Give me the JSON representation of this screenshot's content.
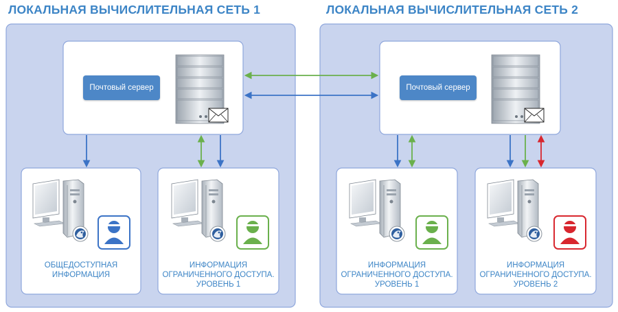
{
  "networks": [
    {
      "title": "ЛОКАЛЬНАЯ ВЫЧИСЛИТЕЛЬНАЯ СЕТЬ 1",
      "server_label": "Почтовый сервер",
      "clients": [
        {
          "lines": [
            "ОБЩЕДОСТУПНАЯ",
            "ИНФОРМАЦИЯ"
          ],
          "user_color": "blue"
        },
        {
          "lines": [
            "ИНФОРМАЦИЯ",
            "ОГРАНИЧЕННОГО ДОСТУПА.",
            "УРОВЕНЬ 1"
          ],
          "user_color": "green"
        }
      ]
    },
    {
      "title": "ЛОКАЛЬНАЯ ВЫЧИСЛИТЕЛЬНАЯ СЕТЬ 2",
      "server_label": "Почтовый сервер",
      "clients": [
        {
          "lines": [
            "ИНФОРМАЦИЯ",
            "ОГРАНИЧЕННОГО ДОСТУПА.",
            "УРОВЕНЬ 1"
          ],
          "user_color": "green"
        },
        {
          "lines": [
            "ИНФОРМАЦИЯ",
            "ОГРАНИЧЕННОГО ДОСТУПА.",
            "УРОВЕНЬ 2"
          ],
          "user_color": "red"
        }
      ]
    }
  ],
  "colors": {
    "panel": "#c9d4ee",
    "panel_border": "#8ea6dc",
    "accent": "#3d85c6",
    "blue": "#3b73c6",
    "green": "#6ab04c",
    "red": "#d8262e"
  },
  "icons": [
    "server-icon",
    "envelope-icon",
    "computer-icon",
    "mail-client-icon",
    "user-icon"
  ]
}
